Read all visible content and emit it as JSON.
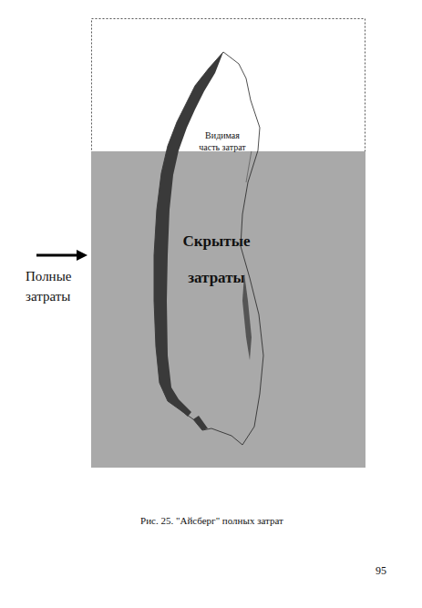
{
  "diagram": {
    "caption": "Рис. 25. \"Айсберг\" полных затрат",
    "nodes": [
      {
        "text": [
          "Скрытые затраты"
        ]
      },
      {
        "text": [
          "Видимая часть затрат"
        ]
      }
    ],
    "labels": [
      "Полные затраты",
      "95"
    ]
  }
}
